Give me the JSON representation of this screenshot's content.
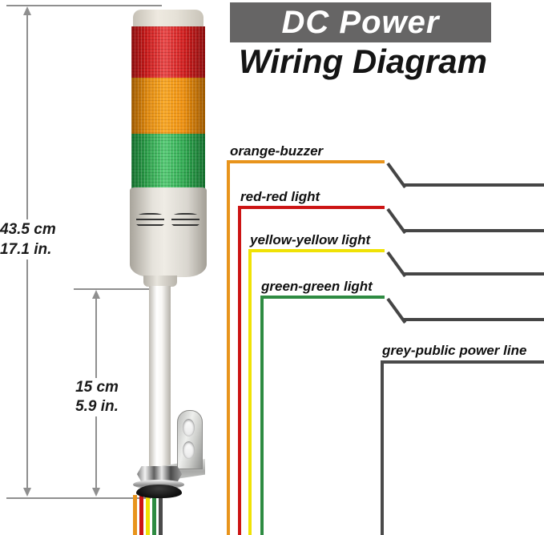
{
  "header": {
    "banner_label": "DC Power",
    "subtitle": "Wiring Diagram",
    "banner_bg": "#666565"
  },
  "dimensions": {
    "overall": {
      "cm": "43.5 cm",
      "inch": "17.1 in."
    },
    "pole": {
      "cm": "15 cm",
      "inch": "5.9 in."
    }
  },
  "wires": [
    {
      "name": "orange",
      "label": "orange-buzzer",
      "color": "#E8941C"
    },
    {
      "name": "red",
      "label": "red-red light",
      "color": "#CC1414"
    },
    {
      "name": "yellow",
      "label": "yellow-yellow light",
      "color": "#F0E205"
    },
    {
      "name": "green",
      "label": "green-green light",
      "color": "#2E8B42"
    },
    {
      "name": "grey",
      "label": "grey-public power line",
      "color": "#4A4A4A"
    }
  ],
  "tower": {
    "segments": [
      {
        "name": "red lens",
        "color": "#D42222"
      },
      {
        "name": "orange lens",
        "color": "#F08A10"
      },
      {
        "name": "green lens",
        "color": "#2FA14C"
      }
    ],
    "connector_color": "#454545",
    "dimension_line_color": "#8F8F8F"
  }
}
